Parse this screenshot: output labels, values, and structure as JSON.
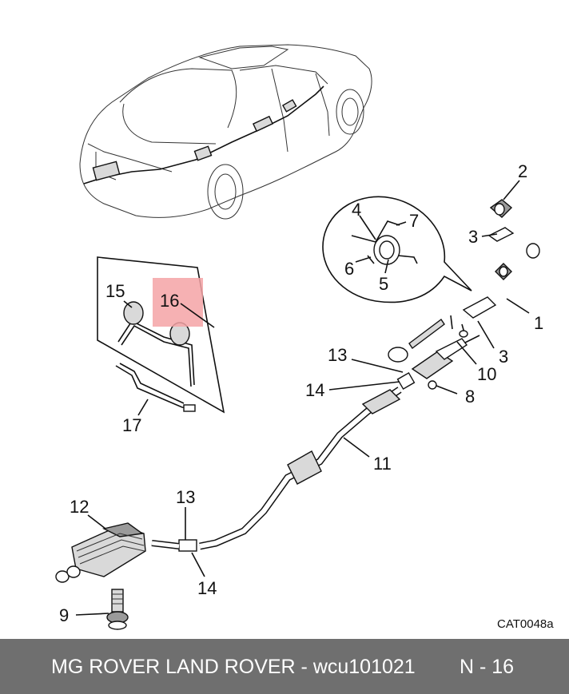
{
  "diagram": {
    "callouts": {
      "c1": "1",
      "c2": "2",
      "c3a": "3",
      "c3b": "3",
      "c4": "4",
      "c5": "5",
      "c6": "6",
      "c7": "7",
      "c8": "8",
      "c9": "9",
      "c10": "10",
      "c11": "11",
      "c12": "12",
      "c13a": "13",
      "c13b": "13",
      "c14a": "14",
      "c14b": "14",
      "c15": "15",
      "c16": "16",
      "c17": "17"
    },
    "drawing_code": "CAT0048a",
    "highlight_color": "#f4a3a6"
  },
  "footer": {
    "brands_part": "MG ROVER LAND ROVER - wcu101021",
    "page_ref": "N - 16",
    "background": "#6f6f6f"
  }
}
